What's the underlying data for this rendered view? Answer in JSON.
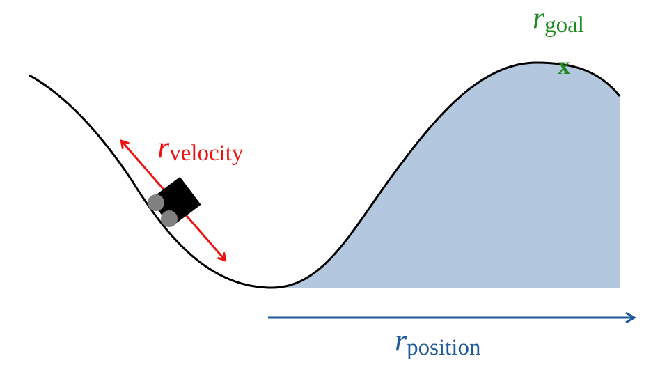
{
  "labels": {
    "velocity": {
      "symbol": "r",
      "subscript": "velocity"
    },
    "goal": {
      "symbol": "r",
      "subscript": "goal"
    },
    "position": {
      "symbol": "r",
      "subscript": "position"
    },
    "goal_marker": "x"
  },
  "colors": {
    "curve": "#000000",
    "area_fill": "#b3c8df",
    "velocity": "#ee1111",
    "goal": "#1e8a1e",
    "position": "#1e5a9a",
    "car_body": "#000000",
    "car_wheel": "#808080"
  }
}
